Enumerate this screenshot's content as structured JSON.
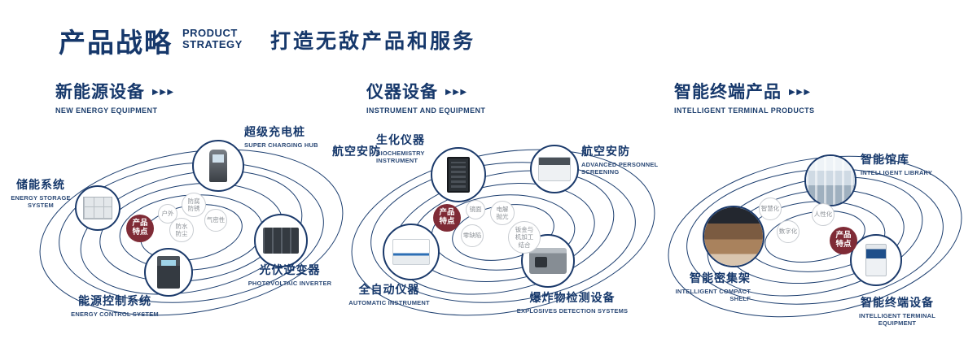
{
  "header": {
    "title_zh": "产品战略",
    "title_en_1": "PRODUCT",
    "title_en_2": "STRATEGY",
    "subtitle": "打造无敌产品和服务"
  },
  "ui": {
    "arrow_icon": "▶▶▶"
  },
  "colors": {
    "navy": "#16386b",
    "maroon": "#7f2b36"
  },
  "sections": [
    {
      "title_zh": "新能源设备",
      "title_en": "NEW ENERGY EQUIPMENT",
      "feature_label": "产品特点",
      "features": [
        "户外",
        "防腐防锈",
        "气密性",
        "防水防尘"
      ],
      "products": [
        {
          "zh": "超级充电桩",
          "en": "SUPER CHARGING HUB"
        },
        {
          "zh": "储能系统",
          "en": "ENERGY STORAGE SYSTEM"
        },
        {
          "zh": "光伏逆变器",
          "en": "PHOTOVOLTAIC INVERTER"
        },
        {
          "zh": "能源控制系统",
          "en": "ENERGY CONTROL SYSTEM"
        }
      ]
    },
    {
      "title_zh": "仪器设备",
      "title_en": "INSTRUMENT AND EQUIPMENT",
      "feature_label": "产品特点",
      "side_label": "航空安防",
      "features": [
        "镜面",
        "电解抛光",
        "零缺陷",
        "钣金与机加工结合"
      ],
      "products": [
        {
          "zh": "生化仪器",
          "en": "BIOCHEMISTRY INSTRUMENT"
        },
        {
          "zh": "航空安防",
          "en": "ADVANCED PERSONNEL SCREENING"
        },
        {
          "zh": "全自动仪器",
          "en": "AUTOMATIC INSTRUMENT"
        },
        {
          "zh": "爆炸物检测设备",
          "en": "EXPLOSIVES DETECTION SYSTEMS"
        }
      ]
    },
    {
      "title_zh": "智能终端产品",
      "title_en": "INTELLIGENT TERMINAL PRODUCTS",
      "feature_label": "产品特点",
      "features": [
        "智慧化",
        "人性化",
        "数字化"
      ],
      "products": [
        {
          "zh": "智能馆库",
          "en": "INTELLIGENT LIBRARY"
        },
        {
          "zh": "智能密集架",
          "en": "INTELLIGENT COMPACT SHELF"
        },
        {
          "zh": "智能终端设备",
          "en": "INTELLIGENT TERMINAL EQUIPMENT"
        }
      ]
    }
  ]
}
